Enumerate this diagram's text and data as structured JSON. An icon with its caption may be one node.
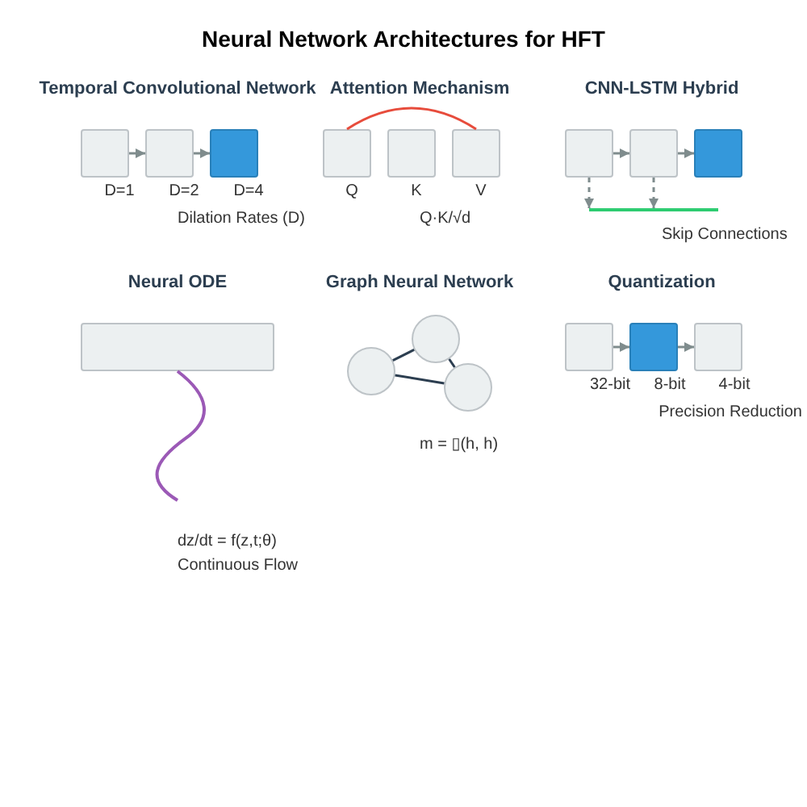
{
  "diagram": {
    "title": "Neural Network Architectures for HFT",
    "nodes": [
      {
        "text": [],
        "shape": "box",
        "beside": [
          "D=1"
        ]
      },
      {
        "text": [],
        "shape": "box",
        "beside": [
          "D=2"
        ]
      },
      {
        "text": [],
        "shape": "box",
        "beside": [
          "D=4"
        ]
      },
      {
        "text": [],
        "shape": "box",
        "beside": [
          "Q"
        ]
      },
      {
        "text": [],
        "shape": "box",
        "beside": [
          "K"
        ]
      },
      {
        "text": [],
        "shape": "box",
        "beside": [
          "V"
        ]
      },
      {
        "text": [],
        "shape": "box"
      },
      {
        "text": [],
        "shape": "box"
      },
      {
        "text": [],
        "shape": "box"
      },
      {
        "text": [],
        "shape": "bar"
      },
      {
        "text": [],
        "shape": "box"
      },
      {
        "text": [],
        "shape": "circle"
      },
      {
        "text": [],
        "shape": "circle"
      },
      {
        "text": [],
        "shape": "circle"
      },
      {
        "text": [],
        "shape": "box",
        "beside": [
          "32-bit"
        ]
      },
      {
        "text": [],
        "shape": "box",
        "beside": [
          "8-bit"
        ]
      },
      {
        "text": [],
        "shape": "box",
        "beside": [
          "4-bit"
        ]
      }
    ],
    "edges": [
      {
        "from": 0,
        "to": 1,
        "arrow": "to"
      },
      {
        "from": 1,
        "to": 2,
        "arrow": "to"
      },
      {
        "from": 3,
        "to": 5,
        "arrow": "none",
        "color": "#e74c3c"
      },
      {
        "from": 6,
        "to": 7,
        "arrow": "to"
      },
      {
        "from": 7,
        "to": 8,
        "arrow": "to"
      },
      {
        "from": 6,
        "to": 9,
        "arrow": "to",
        "style": "dashed"
      },
      {
        "from": 7,
        "to": 9,
        "arrow": "to",
        "style": "dashed"
      },
      {
        "from": 10,
        "to": null,
        "arrow": "none",
        "color": "#9b59b6"
      },
      {
        "from": 11,
        "to": 12,
        "arrow": "none",
        "color": "#2c3e50"
      },
      {
        "from": 12,
        "to": 13,
        "arrow": "none",
        "color": "#2c3e50"
      },
      {
        "from": 13,
        "to": 11,
        "arrow": "none",
        "color": "#2c3e50"
      },
      {
        "from": 14,
        "to": 15,
        "arrow": "to"
      },
      {
        "from": 15,
        "to": 16,
        "arrow": "to"
      }
    ],
    "labels": [
      "Temporal Convolutional Network",
      "Attention Mechanism",
      "CNN-LSTM Hybrid",
      "Dilation Rates (D)",
      "Q·K/√d",
      "Skip Connections",
      "Neural ODE",
      "Graph Neural Network",
      "Quantization",
      "Precision Reduction",
      "m = ▯(h, h)",
      "dz/dt = f(z,t;θ)",
      "Continuous Flow"
    ]
  }
}
